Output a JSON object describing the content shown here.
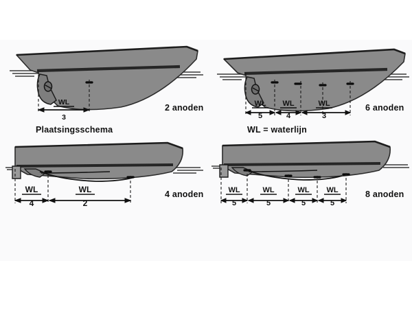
{
  "figure": {
    "title_caption": "Plaatsingsschema",
    "legend_caption": "WL = waterlijn",
    "background_color": "#fafafb",
    "hull_fill_color": "#8a8a8a",
    "hull_band_color": "#2a2a2a",
    "line_color": "#111111"
  },
  "panels": [
    {
      "id": "panel-2-anoden",
      "count_label": "2 anoden",
      "hull_type": "motorboat",
      "caption": "Plaatsingsschema",
      "segments": [
        {
          "numerator": "WL",
          "denominator": "3"
        }
      ]
    },
    {
      "id": "panel-6-anoden",
      "count_label": "6 anoden",
      "hull_type": "motorboat",
      "caption": "WL = waterlijn",
      "segments": [
        {
          "numerator": "WL",
          "denominator": "5"
        },
        {
          "numerator": "WL",
          "denominator": "4"
        },
        {
          "numerator": "WL",
          "denominator": "3"
        }
      ]
    },
    {
      "id": "panel-4-anoden",
      "count_label": "4 anoden",
      "hull_type": "sailboat",
      "caption": "",
      "segments": [
        {
          "numerator": "WL",
          "denominator": "4"
        },
        {
          "numerator": "WL",
          "denominator": "2"
        }
      ]
    },
    {
      "id": "panel-8-anoden",
      "count_label": "8 anoden",
      "hull_type": "sailboat",
      "caption": "",
      "segments": [
        {
          "numerator": "WL",
          "denominator": "5"
        },
        {
          "numerator": "WL",
          "denominator": "5"
        },
        {
          "numerator": "WL",
          "denominator": "5"
        },
        {
          "numerator": "WL",
          "denominator": "5"
        }
      ]
    }
  ]
}
